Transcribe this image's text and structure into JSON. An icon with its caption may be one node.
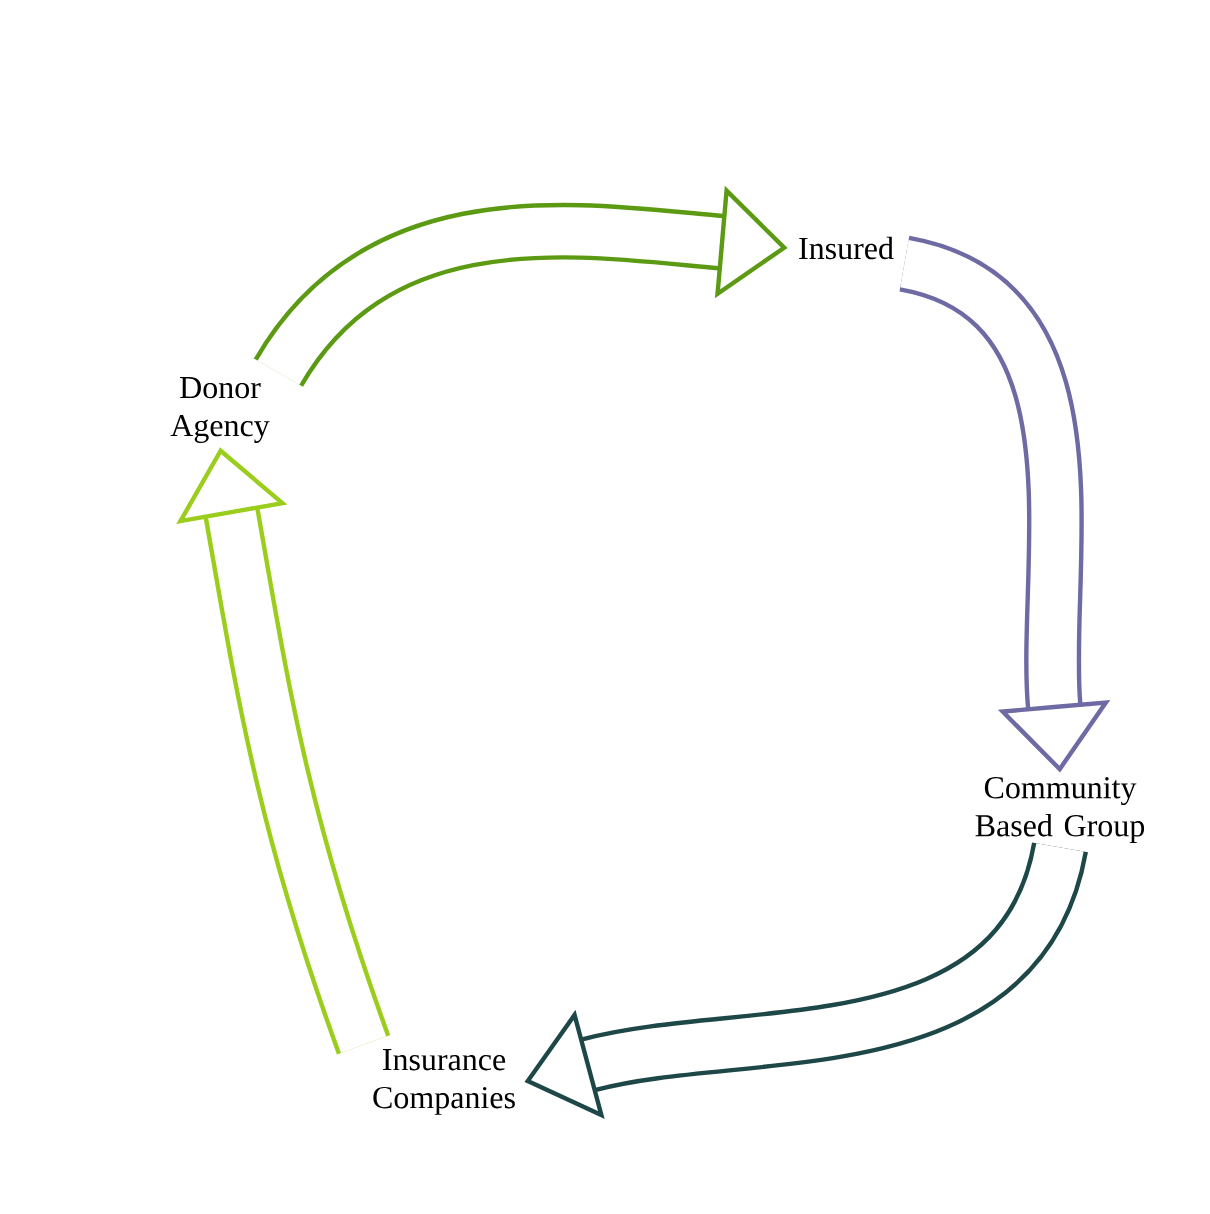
{
  "diagram": {
    "nodes": [
      {
        "text": [
          "Donor Agency"
        ]
      },
      {
        "text": [
          "Insured"
        ]
      },
      {
        "text": [
          "Community Based Group"
        ]
      },
      {
        "text": [
          "Insurance Companies"
        ]
      }
    ],
    "edges": [
      {
        "from": 0,
        "to": 1,
        "arrow": "to",
        "color": "#5b9a12"
      },
      {
        "from": 1,
        "to": 2,
        "arrow": "to",
        "color": "#6e6aa4"
      },
      {
        "from": 2,
        "to": 3,
        "arrow": "to",
        "color": "#1e4748"
      },
      {
        "from": 3,
        "to": 0,
        "arrow": "to",
        "color": "#9acd1c"
      }
    ]
  }
}
